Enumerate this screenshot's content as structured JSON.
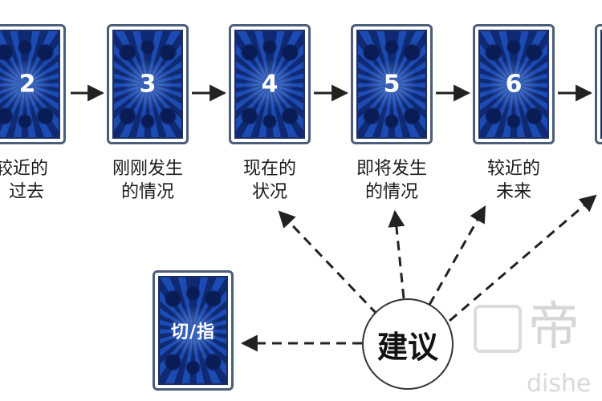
{
  "cards": [
    {
      "number": "2",
      "label_line1": "较近的",
      "label_line2": "过去"
    },
    {
      "number": "3",
      "label_line1": "刚刚发生",
      "label_line2": "的情况"
    },
    {
      "number": "4",
      "label_line1": "现在的",
      "label_line2": "状况"
    },
    {
      "number": "5",
      "label_line1": "即将发生",
      "label_line2": "的情况"
    },
    {
      "number": "6",
      "label_line1": "较近的",
      "label_line2": "未来"
    }
  ],
  "cut_card": {
    "text": "切/指"
  },
  "advice": {
    "text": "建议"
  },
  "watermark": {
    "big": "帝",
    "small": "dishe"
  },
  "colors": {
    "card_border": "#4b5d7a",
    "card_face": "#13348a",
    "arrow": "#222222"
  }
}
